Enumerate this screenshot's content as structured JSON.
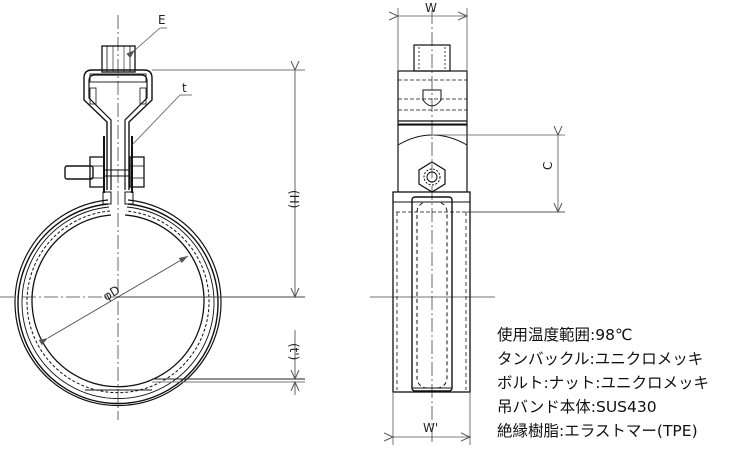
{
  "drawing": {
    "labels": {
      "E": "E",
      "t": "t",
      "H": "(H)",
      "t_prime": "(t')",
      "phiD": "φD",
      "W": "W",
      "W_prime": "W'",
      "C": "C"
    }
  },
  "specs": [
    {
      "label": "使用温度範囲",
      "value": "98℃"
    },
    {
      "label": "タンバックル",
      "value": "ユニクロメッキ"
    },
    {
      "label": "ボルト:ナット",
      "value": "ユニクロメッキ"
    },
    {
      "label": "吊バンド本体",
      "value": "SUS430"
    },
    {
      "label": "絶縁樹脂",
      "value": "エラストマー(TPE)"
    }
  ],
  "specs_text": [
    "使用温度範囲:98℃",
    "タンバックル:ユニクロメッキ",
    "ボルト:ナット:ユニクロメッキ",
    "吊バンド本体:SUS430",
    "絶縁樹脂:エラストマー(TPE)"
  ]
}
